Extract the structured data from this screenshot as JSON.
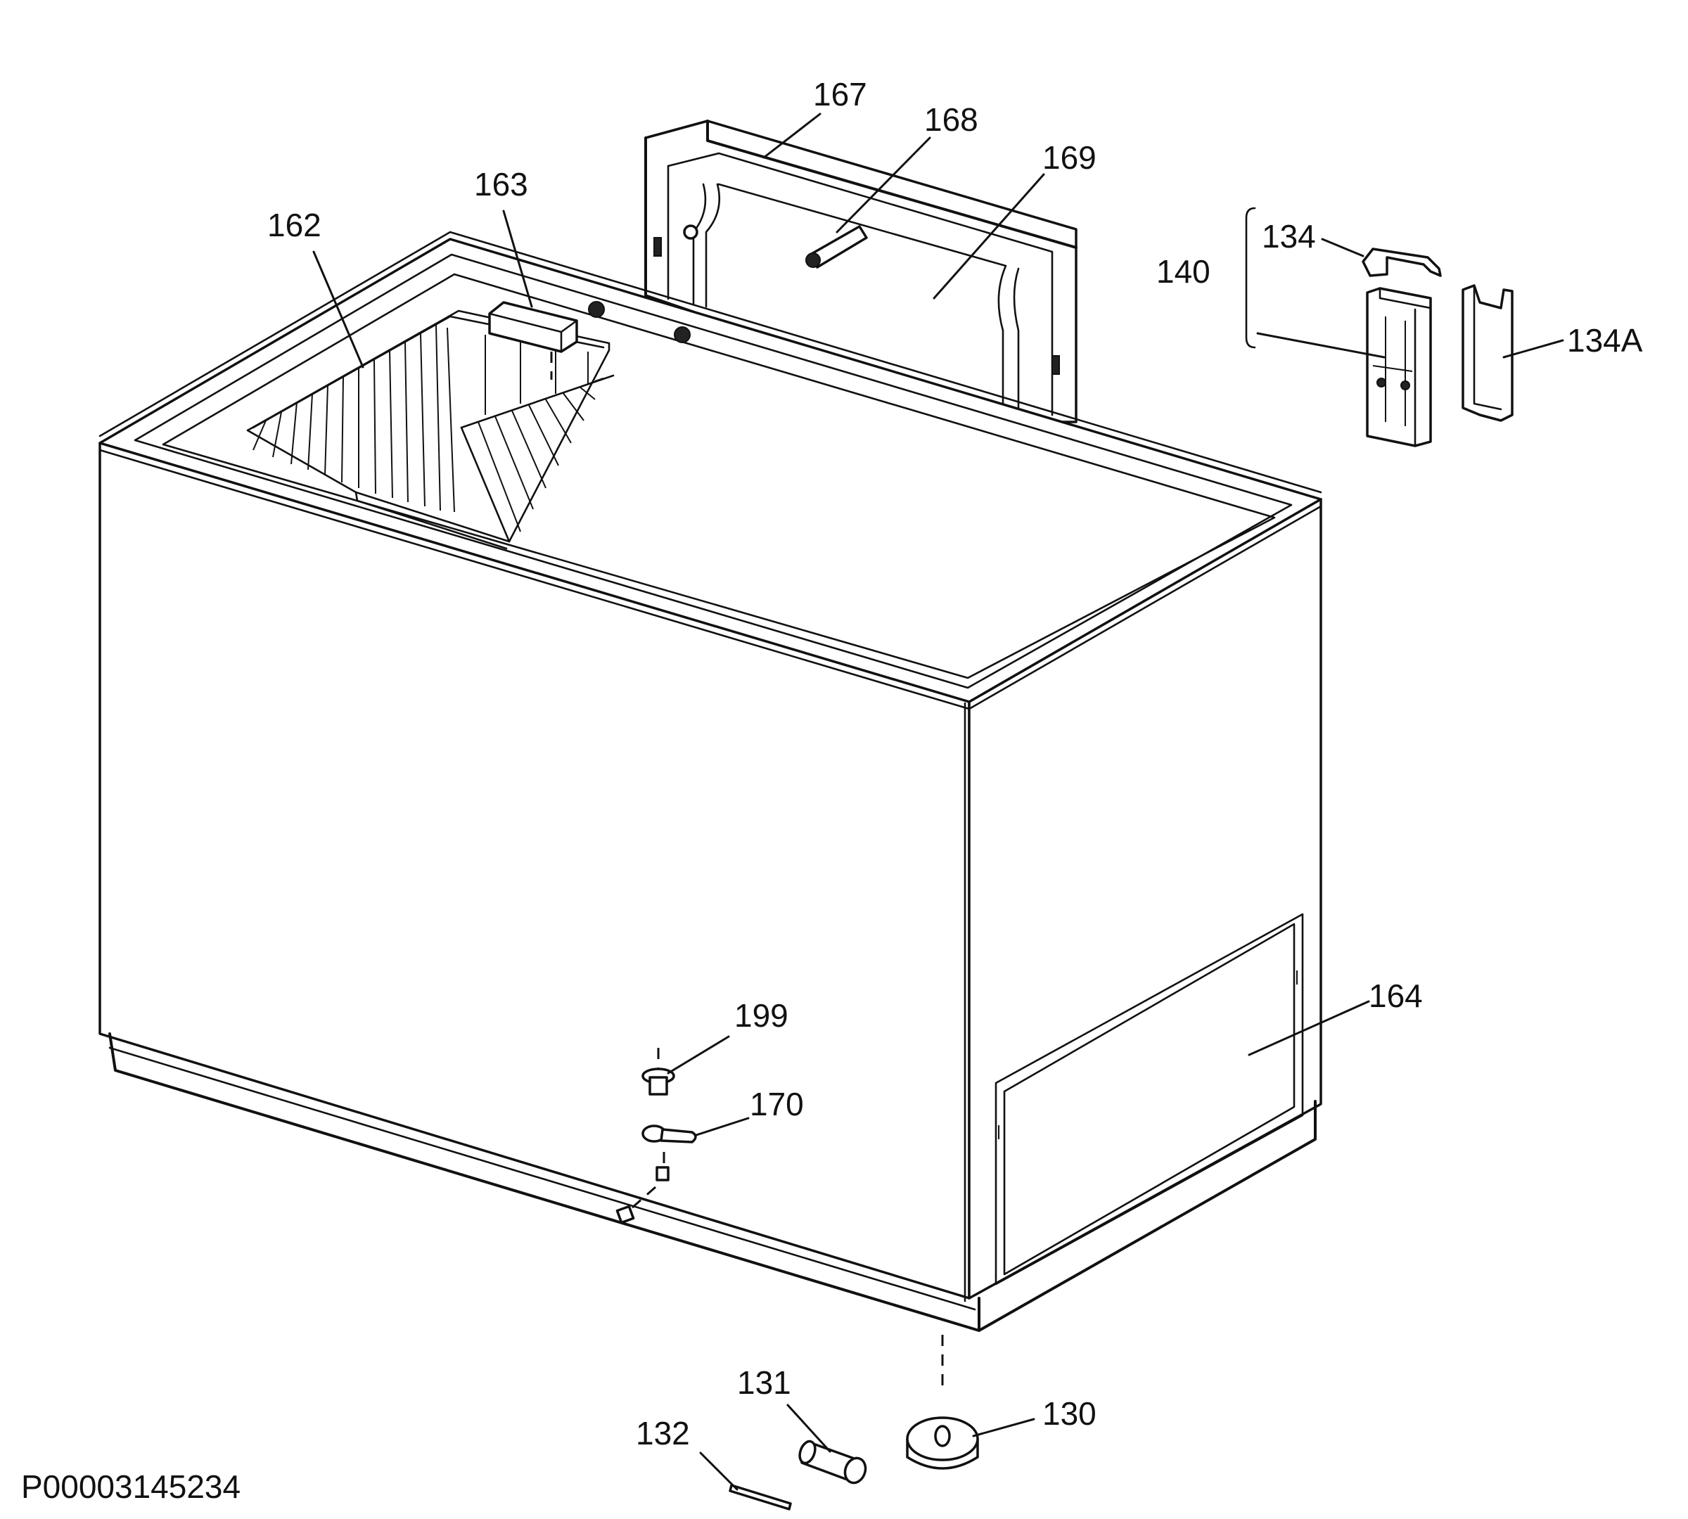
{
  "document_id": "P00003145234",
  "callouts": {
    "c162": "162",
    "c163": "163",
    "c167": "167",
    "c168": "168",
    "c169": "169",
    "c140": "140",
    "c134": "134",
    "c134a": "134A",
    "c164": "164",
    "c199": "199",
    "c170": "170",
    "c131": "131",
    "c130": "130",
    "c132": "132"
  }
}
